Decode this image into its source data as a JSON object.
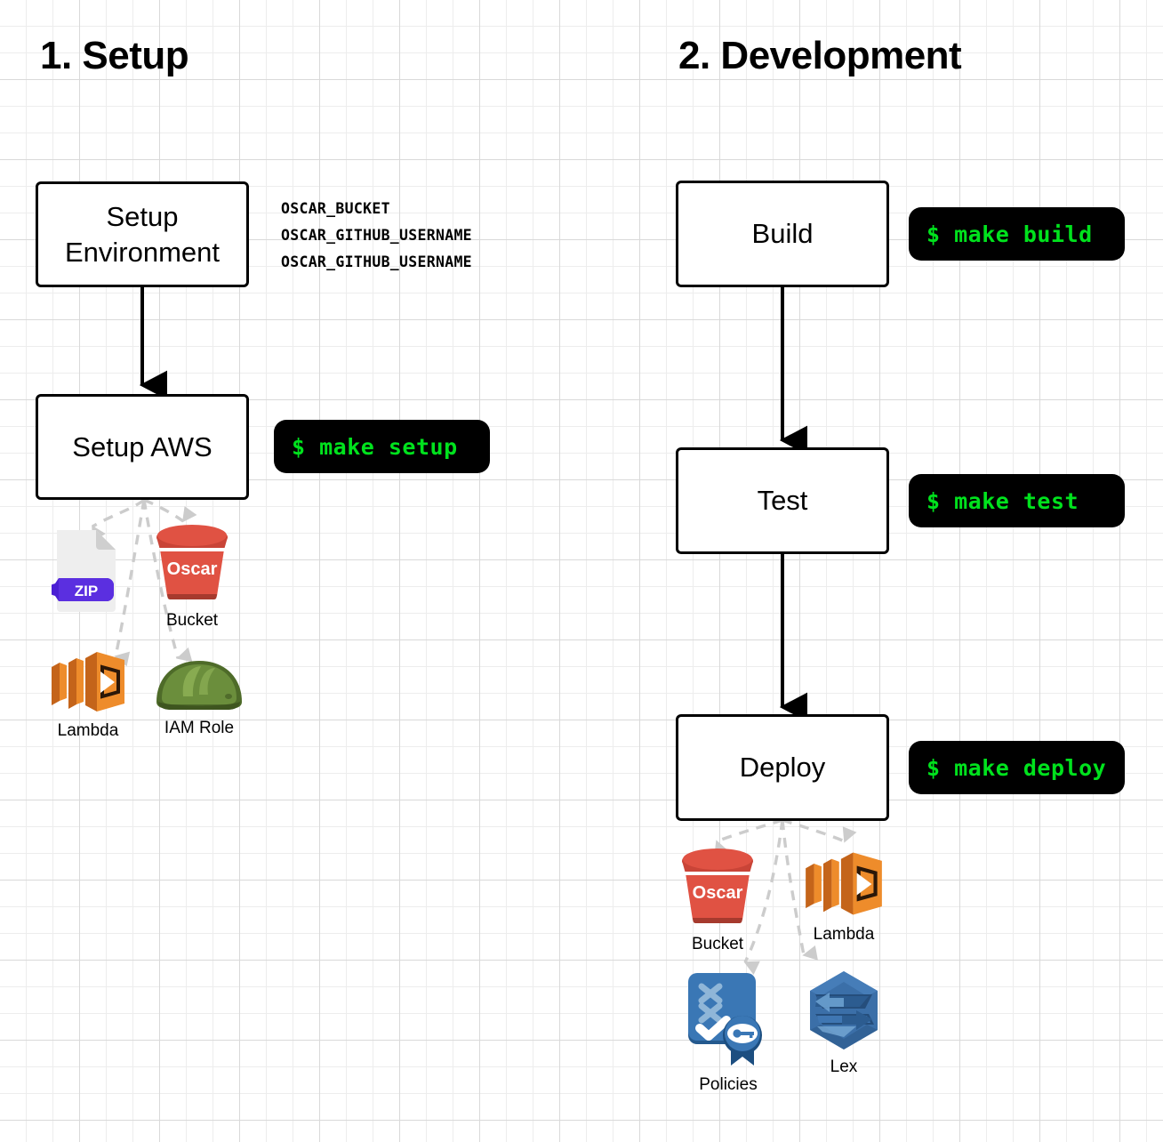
{
  "diagram": {
    "title_implicit": "OSCAR workflow diagram",
    "background": {
      "grid_minor_color": "#ededed",
      "grid_major_color": "#d9d9d9",
      "page_color": "#ffffff"
    }
  },
  "sections": [
    {
      "id": "setup",
      "heading": "1. Setup"
    },
    {
      "id": "development",
      "heading": "2. Development"
    }
  ],
  "setup": {
    "nodes": [
      {
        "id": "setup-environment",
        "label": "Setup\nEnvironment",
        "line1": "Setup",
        "line2": "Environment"
      },
      {
        "id": "setup-aws",
        "label": "Setup AWS"
      }
    ],
    "env_vars": [
      "OSCAR_BUCKET",
      "OSCAR_GITHUB_USERNAME",
      "OSCAR_GITHUB_USERNAME"
    ],
    "command": "$ make setup",
    "resources": [
      {
        "id": "zip-artifact",
        "label": "",
        "icon": "zip-file-icon",
        "badge_text": "ZIP"
      },
      {
        "id": "s3-bucket",
        "label": "Bucket",
        "icon": "s3-bucket-icon",
        "bucket_name": "Oscar"
      },
      {
        "id": "lambda",
        "label": "Lambda",
        "icon": "aws-lambda-icon"
      },
      {
        "id": "iam-role",
        "label": "IAM Role",
        "icon": "hard-hat-icon"
      }
    ]
  },
  "development": {
    "nodes": [
      {
        "id": "build",
        "label": "Build",
        "command": "$ make build"
      },
      {
        "id": "test",
        "label": "Test",
        "command": "$ make test"
      },
      {
        "id": "deploy",
        "label": "Deploy",
        "command": "$ make deploy"
      }
    ],
    "resources": [
      {
        "id": "s3-bucket",
        "label": "Bucket",
        "icon": "s3-bucket-icon",
        "bucket_name": "Oscar"
      },
      {
        "id": "lambda",
        "label": "Lambda",
        "icon": "aws-lambda-icon"
      },
      {
        "id": "policies",
        "label": "Policies",
        "icon": "iam-policies-icon"
      },
      {
        "id": "lex",
        "label": "Lex",
        "icon": "amazon-lex-icon"
      }
    ]
  },
  "colors": {
    "terminal_bg": "#000000",
    "terminal_text": "#00e21d",
    "s3_red": "#e05243",
    "s3_red_dark": "#a63a2e",
    "lambda_orange": "#ee8c2b",
    "lambda_orange_dark": "#c4641a",
    "hardhat_green": "#6b8e3c",
    "hardhat_green_dark": "#4e6b29",
    "policies_blue": "#3a77b5",
    "policies_blue_dark": "#24598e",
    "lex_blue": "#3b6fa8",
    "zip_purple": "#5b2fe0",
    "node_border": "#000000",
    "connector_dashed": "#cccccc",
    "connector_solid": "#000000"
  }
}
